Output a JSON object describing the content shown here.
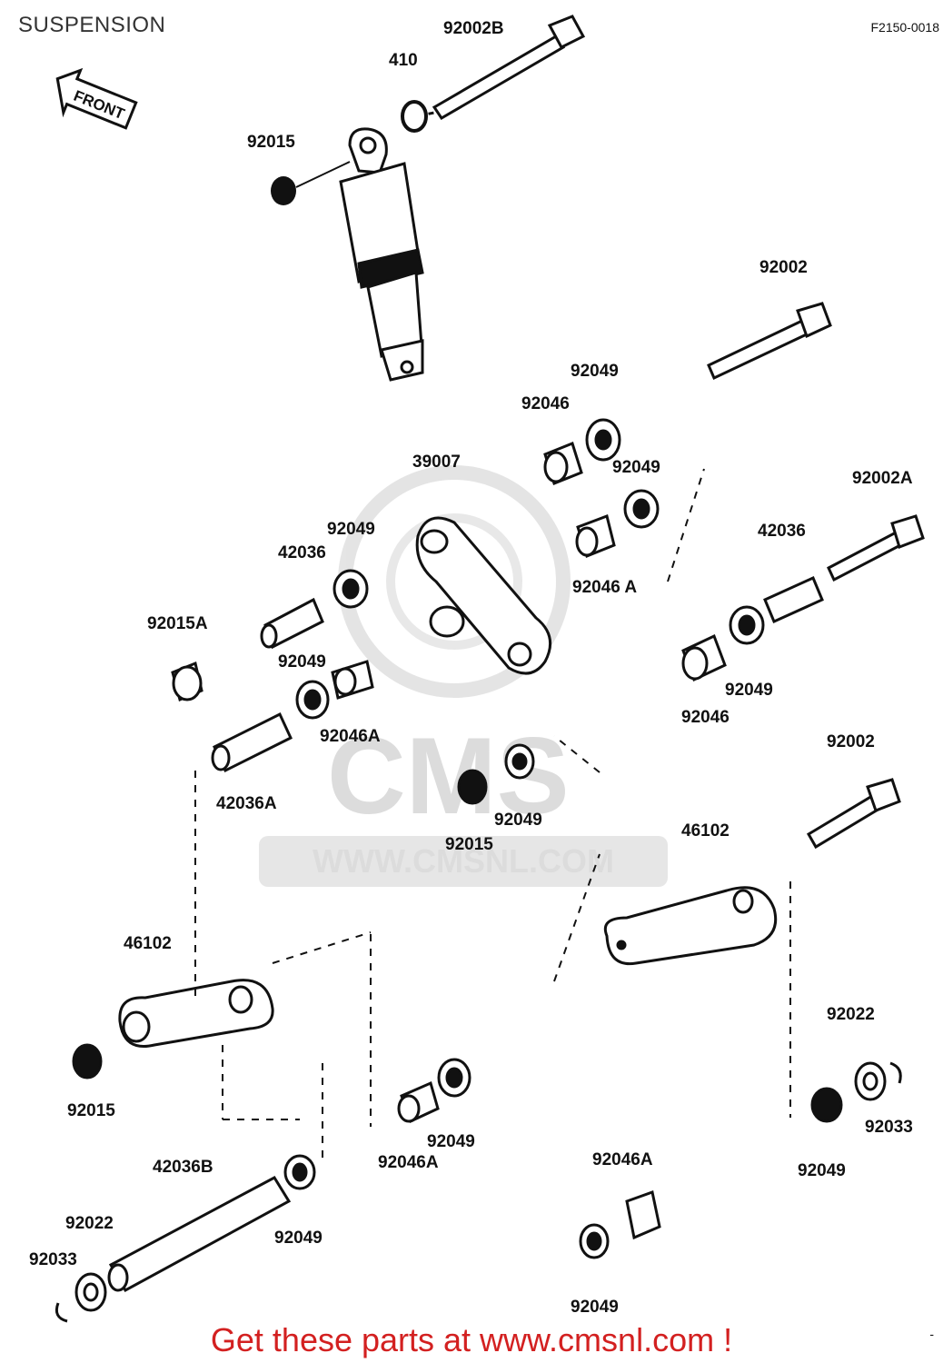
{
  "header": {
    "title": "SUSPENSION",
    "code": "F2150-0018"
  },
  "watermark": {
    "brand": "CMS",
    "url": "WWW.CMSNL.COM"
  },
  "front_arrow": "FRONT",
  "labels": [
    "92002B",
    "410",
    "92015",
    "92002",
    "92049",
    "92046",
    "92049",
    "39007",
    "92002A",
    "42036",
    "92049",
    "42036",
    "92046 A",
    "92015A",
    "92049",
    "92049",
    "92046",
    "92046A",
    "42036A",
    "92002",
    "92049",
    "92015",
    "46102",
    "46102",
    "92022",
    "92015",
    "92049",
    "92046A",
    "92033",
    "92049",
    "42036B",
    "92046A",
    "92022",
    "92049",
    "92033",
    "92049"
  ],
  "footer": {
    "text": "Get these parts at www.cmsnl.com !",
    "mark": "-"
  }
}
